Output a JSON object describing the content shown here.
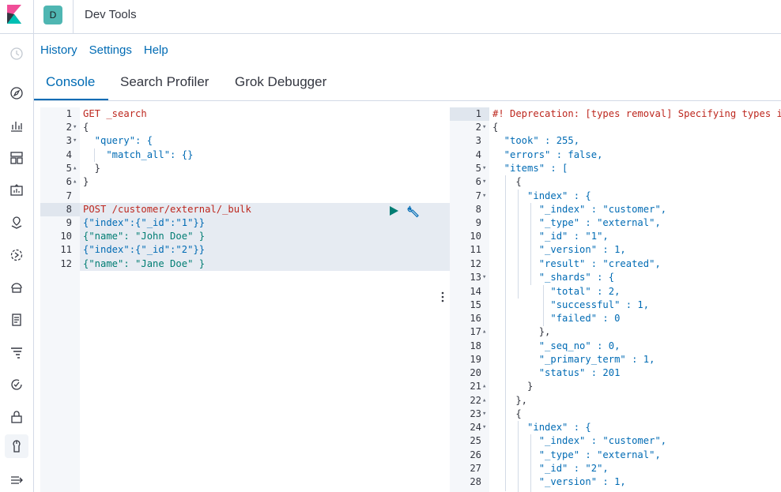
{
  "header": {
    "space_initial": "D",
    "app_title": "Dev Tools"
  },
  "links": {
    "history": "History",
    "settings": "Settings",
    "help": "Help"
  },
  "tabs": [
    "Console",
    "Search Profiler",
    "Grok Debugger"
  ],
  "sidenav_icons": [
    "clock-icon",
    "discover-icon",
    "visualize-icon",
    "dashboard-icon",
    "canvas-icon",
    "maps-icon",
    "ml-icon",
    "infrastructure-icon",
    "logs-icon",
    "apm-icon",
    "uptime-icon",
    "siem-icon",
    "devtools-icon",
    "collapse-icon"
  ],
  "request_editor": {
    "lines": [
      {
        "n": "1",
        "text": "GET _search"
      },
      {
        "n": "2",
        "text": "{"
      },
      {
        "n": "3",
        "text": "  \"query\": {"
      },
      {
        "n": "4",
        "text": "    \"match_all\": {}"
      },
      {
        "n": "5",
        "text": "  }"
      },
      {
        "n": "6",
        "text": "}"
      },
      {
        "n": "7",
        "text": ""
      },
      {
        "n": "8",
        "text": "POST /customer/external/_bulk"
      },
      {
        "n": "9",
        "text": "{\"index\":{\"_id\":\"1\"}}"
      },
      {
        "n": "10",
        "text": "{\"name\": \"John Doe\" }"
      },
      {
        "n": "11",
        "text": "{\"index\":{\"_id\":\"2\"}}"
      },
      {
        "n": "12",
        "text": "{\"name\": \"Jane Doe\" }"
      }
    ]
  },
  "response_editor": {
    "lines": [
      {
        "n": "1",
        "text": "#! Deprecation: [types removal] Specifying types in bulk requests is deprecated."
      },
      {
        "n": "2",
        "text": "{"
      },
      {
        "n": "3",
        "text": "  \"took\" : 255,"
      },
      {
        "n": "4",
        "text": "  \"errors\" : false,"
      },
      {
        "n": "5",
        "text": "  \"items\" : ["
      },
      {
        "n": "6",
        "text": "    {"
      },
      {
        "n": "7",
        "text": "      \"index\" : {"
      },
      {
        "n": "8",
        "text": "        \"_index\" : \"customer\","
      },
      {
        "n": "9",
        "text": "        \"_type\" : \"external\","
      },
      {
        "n": "10",
        "text": "        \"_id\" : \"1\","
      },
      {
        "n": "11",
        "text": "        \"_version\" : 1,"
      },
      {
        "n": "12",
        "text": "        \"result\" : \"created\","
      },
      {
        "n": "13",
        "text": "        \"_shards\" : {"
      },
      {
        "n": "14",
        "text": "          \"total\" : 2,"
      },
      {
        "n": "15",
        "text": "          \"successful\" : 1,"
      },
      {
        "n": "16",
        "text": "          \"failed\" : 0"
      },
      {
        "n": "17",
        "text": "        },"
      },
      {
        "n": "18",
        "text": "        \"_seq_no\" : 0,"
      },
      {
        "n": "19",
        "text": "        \"_primary_term\" : 1,"
      },
      {
        "n": "20",
        "text": "        \"status\" : 201"
      },
      {
        "n": "21",
        "text": "      }"
      },
      {
        "n": "22",
        "text": "    },"
      },
      {
        "n": "23",
        "text": "    {"
      },
      {
        "n": "24",
        "text": "      \"index\" : {"
      },
      {
        "n": "25",
        "text": "        \"_index\" : \"customer\","
      },
      {
        "n": "26",
        "text": "        \"_type\" : \"external\","
      },
      {
        "n": "27",
        "text": "        \"_id\" : \"2\","
      },
      {
        "n": "28",
        "text": "        \"_version\" : 1,"
      }
    ]
  }
}
